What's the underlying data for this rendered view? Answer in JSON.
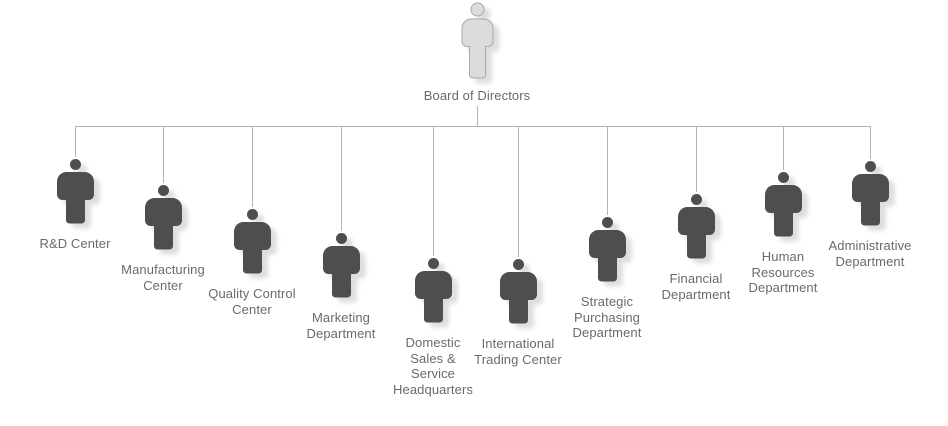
{
  "org": {
    "root": {
      "label": "Board of Directors"
    },
    "nodes": [
      {
        "label": "R&D Center"
      },
      {
        "label": "Manufacturing\nCenter"
      },
      {
        "label": "Quality Control\nCenter"
      },
      {
        "label": "Marketing\nDepartment"
      },
      {
        "label": "Domestic\nSales &\nService\nHeadquarters"
      },
      {
        "label": "International\nTrading Center"
      },
      {
        "label": "Strategic\nPurchasing\nDepartment"
      },
      {
        "label": "Financial\nDepartment"
      },
      {
        "label": "Human\nResources\nDepartment"
      },
      {
        "label": "Administrative\nDepartment"
      }
    ],
    "colors": {
      "member_icon": "#4e4e4e",
      "root_icon_fill": "#dcdcdc",
      "root_icon_stroke": "#a9a9a9",
      "connector_line": "#b4b4b4",
      "label_text": "#6a6a6a",
      "background": "#ffffff"
    }
  }
}
